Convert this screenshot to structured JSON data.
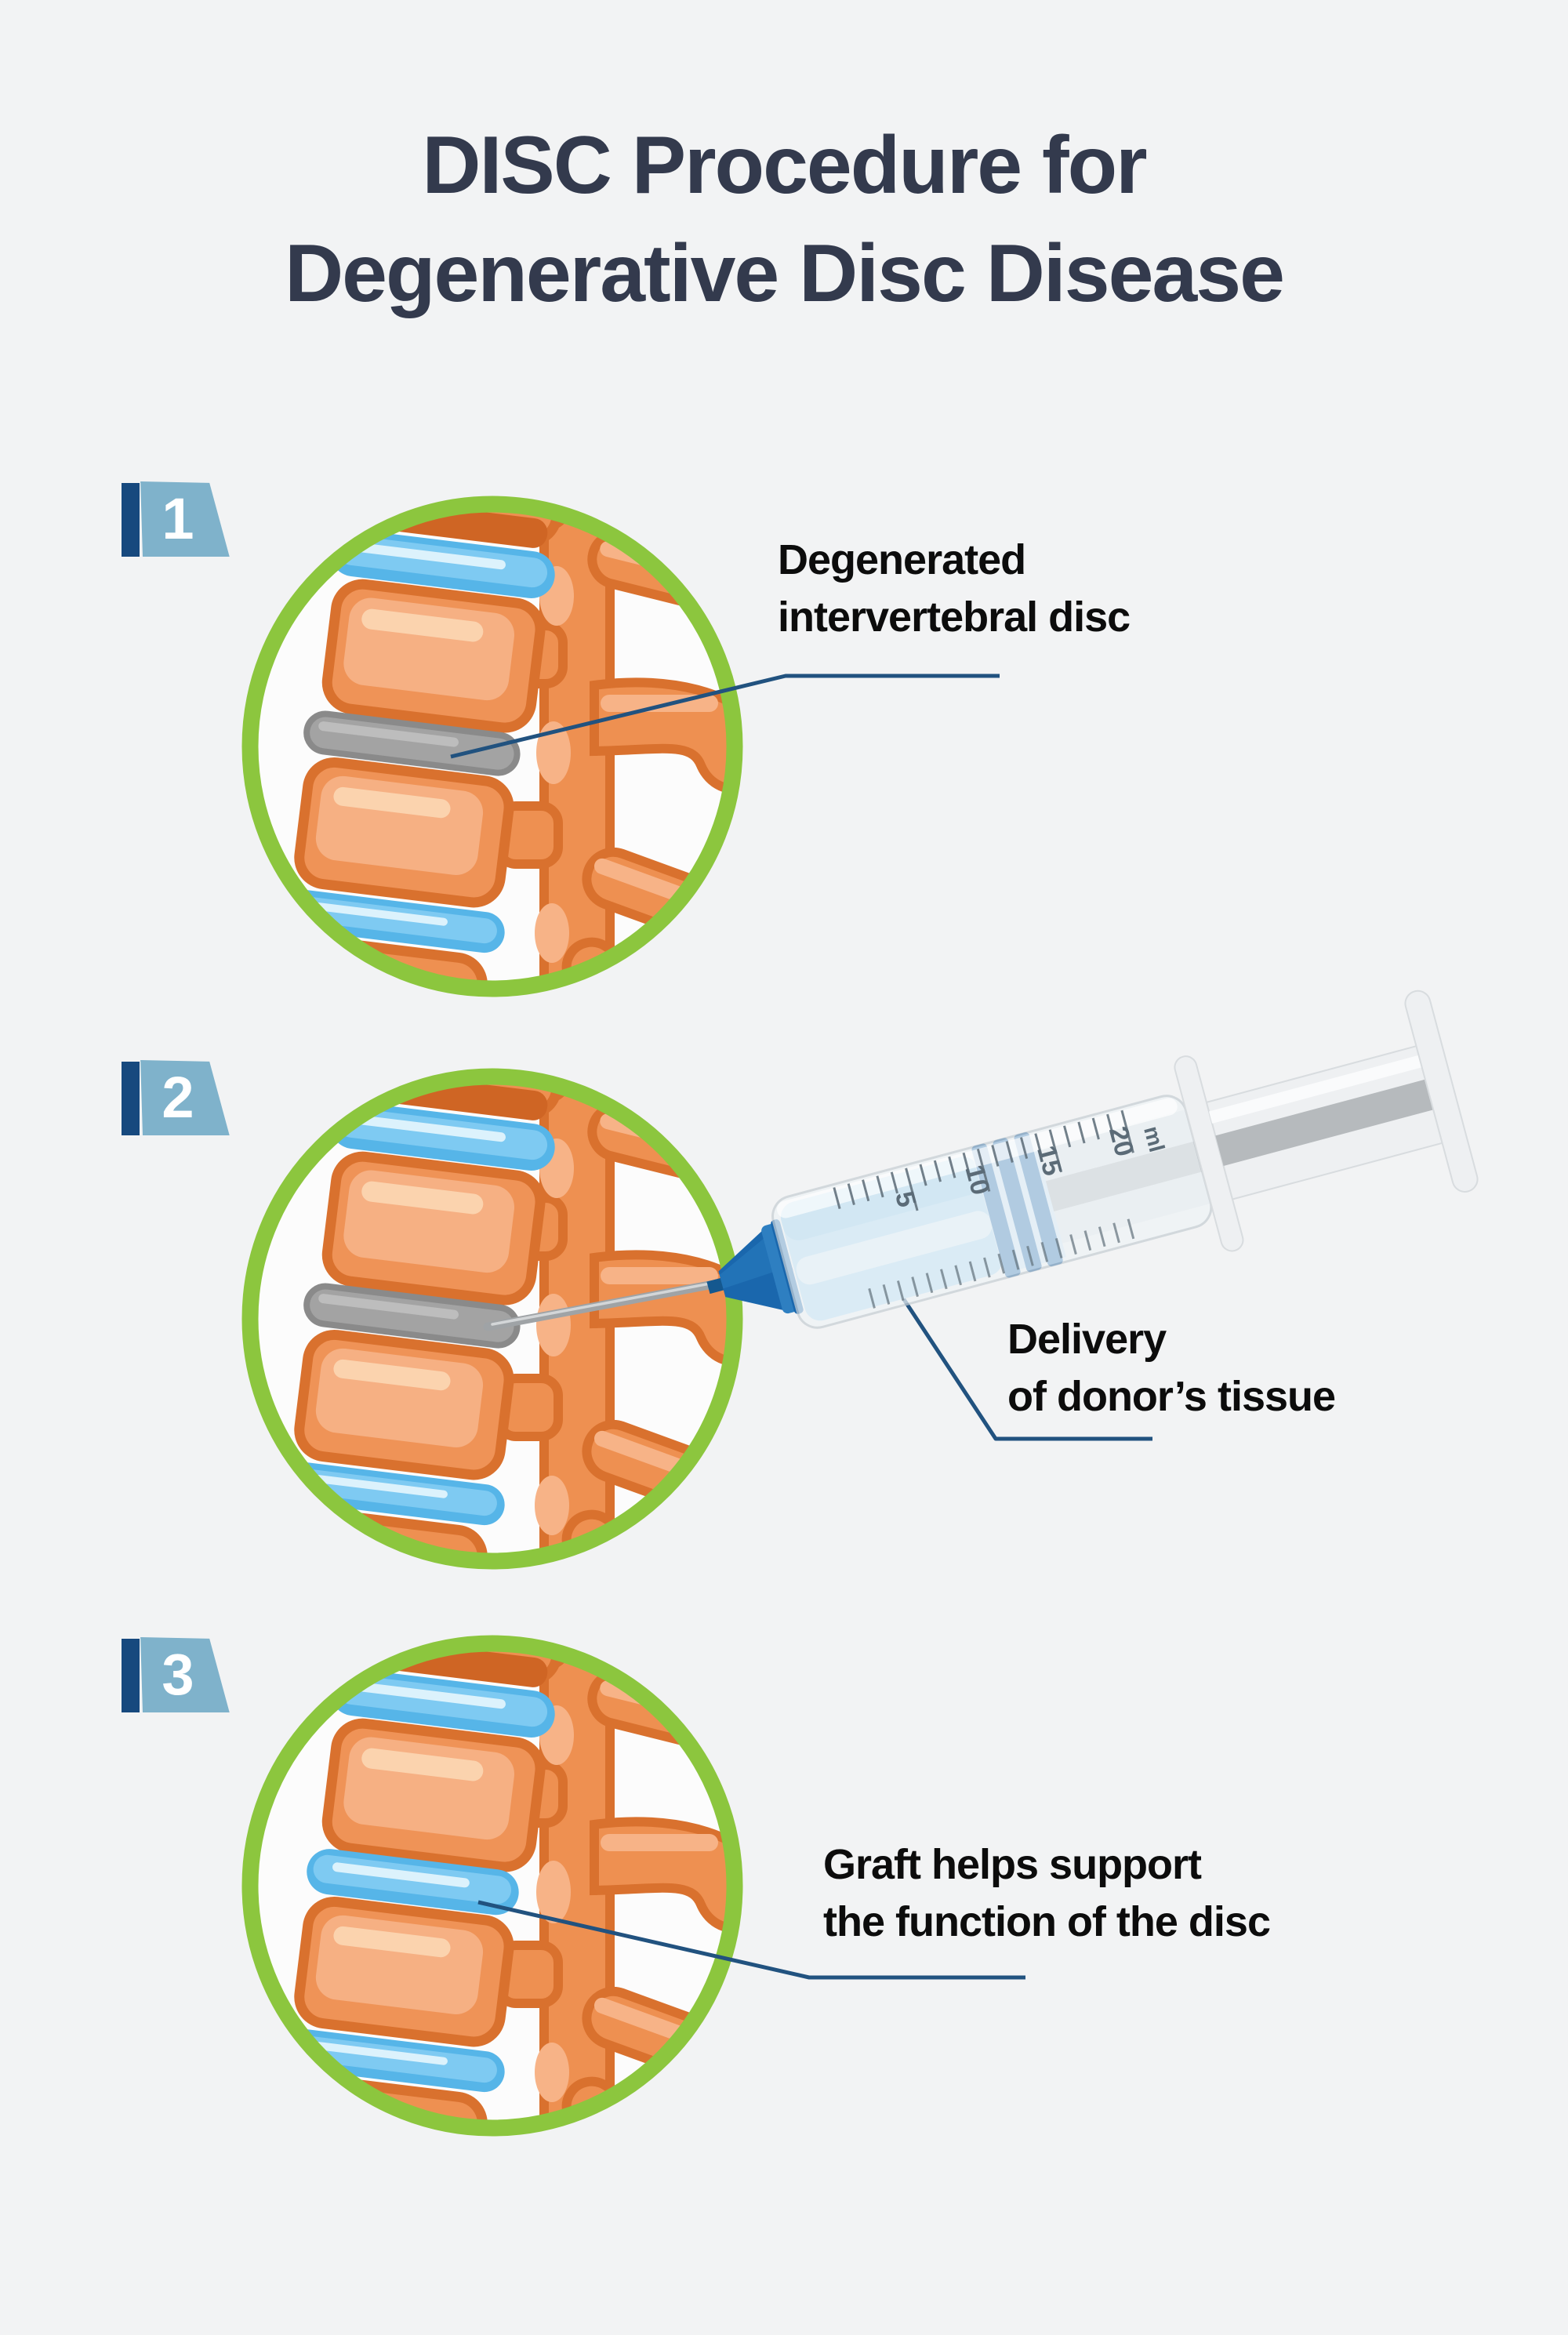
{
  "title": {
    "line1": "DISC Procedure for",
    "line2": "Degenerative Disc Disease"
  },
  "steps": [
    {
      "number": "1",
      "label_line1": "Degenerated",
      "label_line2": "intervertebral disc"
    },
    {
      "number": "2",
      "label_line1": "Delivery",
      "label_line2": "of donor’s tissue"
    },
    {
      "number": "3",
      "label_line1": "Graft helps support",
      "label_line2": "the function of the disc"
    }
  ],
  "syringe": {
    "scale_marks": [
      "5",
      "10",
      "15",
      "20"
    ],
    "unit": "ml"
  },
  "colors": {
    "background": "#f2f3f4",
    "title_text": "#333a4d",
    "caption_text": "#0c0c0c",
    "badge_dark_blue": "#17497e",
    "badge_light_blue": "#7fb2cb",
    "ring_green": "#8cc63e",
    "callout_blue": "#21527f",
    "bone_orange": "#ef9357",
    "bone_outline_orange": "#d9712e",
    "disc_blue": "#56b5e8",
    "degenerated_disc_gray": "#a3a3a3",
    "syringe_blue": "#1565ad",
    "syringe_fluid_blue": "#a6d7f3"
  }
}
